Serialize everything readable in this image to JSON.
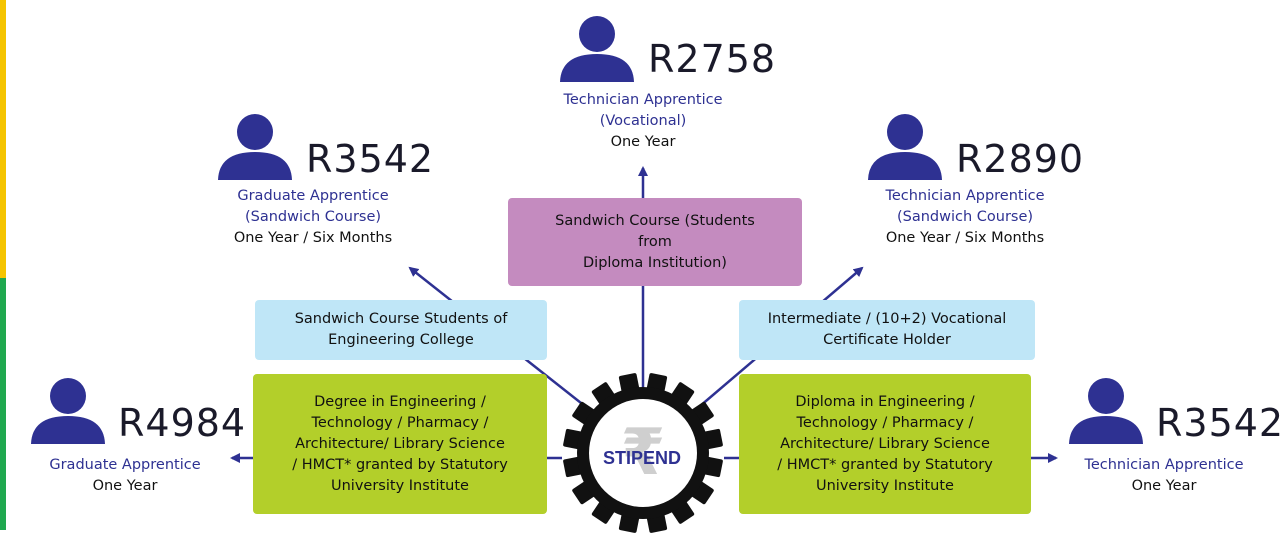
{
  "center_label": "STIPEND",
  "currency_symbol": "₹",
  "nodes": {
    "graduate_sandwich": {
      "amount": "R3542",
      "title_line1": "Graduate Apprentice",
      "title_line2": "(Sandwich Course)",
      "duration": "One Year / Six Months",
      "box_line1": "Sandwich Course Students of",
      "box_line2": "Engineering College"
    },
    "technician_vocational": {
      "amount": "R2758",
      "title_line1": "Technician Apprentice",
      "title_line2": "(Vocational)",
      "duration": "One Year",
      "box_line1": "Sandwich Course (Students",
      "box_line2": "from",
      "box_line3": "Diploma Institution)"
    },
    "technician_sandwich": {
      "amount": "R2890",
      "title_line1": "Technician Apprentice",
      "title_line2": "(Sandwich Course)",
      "duration": "One Year / Six Months",
      "box_line1": "Intermediate / (10+2) Vocational",
      "box_line2": "Certificate Holder"
    },
    "graduate": {
      "amount": "R4984",
      "title_line1": "Graduate Apprentice",
      "duration": "One Year",
      "box_line1": "Degree in Engineering /",
      "box_line2": "Technology / Pharmacy /",
      "box_line3": "Architecture/ Library Science",
      "box_line4": "/ HMCT* granted by Statutory",
      "box_line5": "University Institute"
    },
    "technician": {
      "amount": "R3542",
      "title_line1": "Technician Apprentice",
      "duration": "One Year",
      "box_line1": "Diploma in Engineering /",
      "box_line2": "Technology / Pharmacy /",
      "box_line3": "Architecture/ Library Science",
      "box_line4": "/ HMCT* granted by Statutory",
      "box_line5": "University Institute"
    }
  },
  "colors": {
    "navy": "#2e3192",
    "blue_box": "#bfe6f7",
    "pink_box": "#c48bbf",
    "green_box": "#b3cf2a",
    "side_yellow": "#f5c400",
    "side_green": "#1fa84f"
  }
}
